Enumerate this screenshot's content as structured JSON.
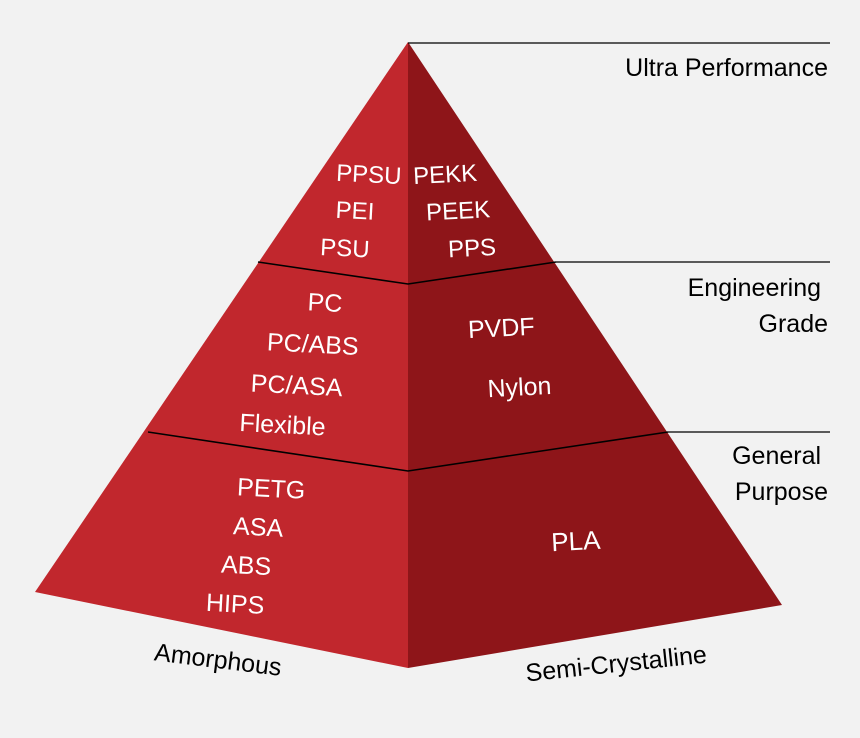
{
  "colors": {
    "background": "#f2f2f2",
    "left_face": "#c1272d",
    "right_face": "#8e1519",
    "text_on_red": "#ffffff",
    "lines": "#000000"
  },
  "tiers": [
    {
      "id": "ultra",
      "label_lines": [
        "Ultra Performance"
      ],
      "amorphous": [
        "PPSU",
        "PEI",
        "PSU"
      ],
      "semi_crystalline": [
        "PEKK",
        "PEEK",
        "PPS"
      ]
    },
    {
      "id": "engineering",
      "label_lines": [
        "Engineering",
        "Grade"
      ],
      "amorphous": [
        "PC",
        "PC/ABS",
        "PC/ASA",
        "Flexible"
      ],
      "semi_crystalline": [
        "PVDF",
        "Nylon"
      ]
    },
    {
      "id": "general",
      "label_lines": [
        "General",
        "Purpose"
      ],
      "amorphous": [
        "PETG",
        "ASA",
        "ABS",
        "HIPS"
      ],
      "semi_crystalline": [
        "PLA"
      ]
    }
  ],
  "base_labels": {
    "left": "Amorphous",
    "right": "Semi-Crystalline"
  }
}
